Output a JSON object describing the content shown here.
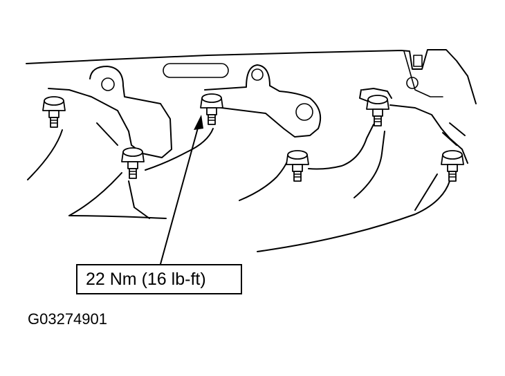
{
  "diagram": {
    "torque_label": "22 Nm (16 lb-ft)",
    "figure_id": "G03274901",
    "bolt_count": 6,
    "line_color": "#000000",
    "background_color": "#ffffff"
  }
}
